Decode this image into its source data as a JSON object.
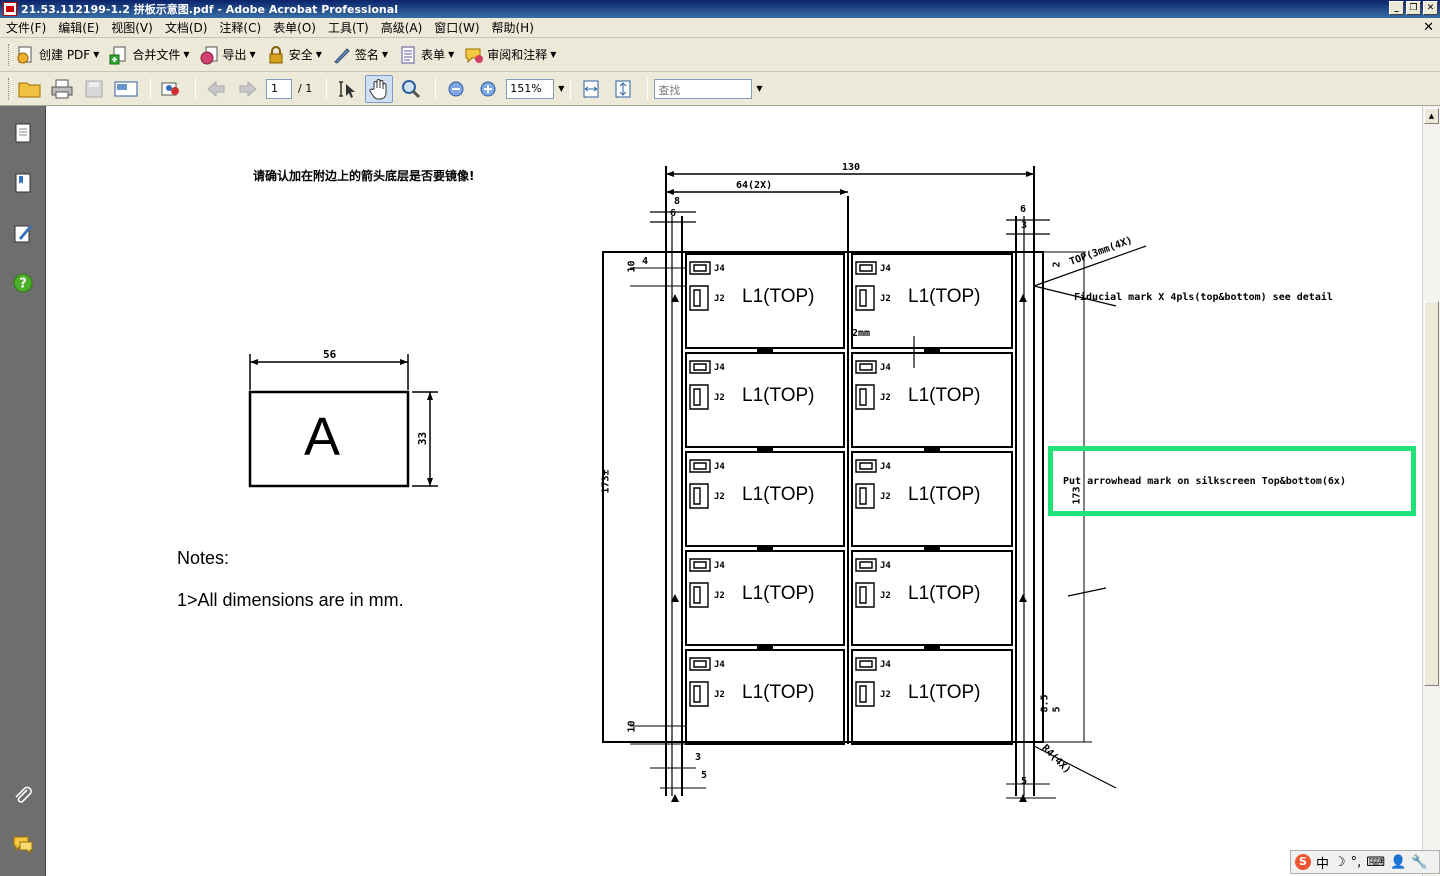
{
  "window": {
    "title": "21.53.112199-1.2 拼板示意图.pdf - Adobe Acrobat Professional"
  },
  "menu": {
    "items": [
      "文件(F)",
      "编辑(E)",
      "视图(V)",
      "文档(D)",
      "注释(C)",
      "表单(O)",
      "工具(T)",
      "高级(A)",
      "窗口(W)",
      "帮助(H)"
    ],
    "close_glyph": "✕"
  },
  "tasks": {
    "items": [
      {
        "label": "创建 PDF",
        "icon": "create-pdf-icon"
      },
      {
        "label": "合并文件",
        "icon": "combine-files-icon"
      },
      {
        "label": "导出",
        "icon": "export-icon"
      },
      {
        "label": "安全",
        "icon": "lock-icon"
      },
      {
        "label": "签名",
        "icon": "pen-icon"
      },
      {
        "label": "表单",
        "icon": "form-icon"
      },
      {
        "label": "审阅和注释",
        "icon": "comment-icon"
      }
    ]
  },
  "toolbar": {
    "page_current": "1",
    "page_total": "/ 1",
    "zoom": "151%",
    "search_placeholder": "查找"
  },
  "document": {
    "mirror_note": "请确认加在附边上的箭头底层是否要镜像!",
    "notes_title": "Notes:",
    "notes_line1": "1>All dimensions are in mm.",
    "detail_letter": "A",
    "detail_width": "56",
    "detail_height": "33",
    "board_label": "L1(TOP)",
    "j4": "J4",
    "j2": "J2",
    "dim_total_width": "130",
    "dim_half_width": "64(2X)",
    "dim_left_8": "8",
    "dim_left_6": "6",
    "dim_right_6": "6",
    "dim_right_3": "3",
    "dim_3": "3",
    "dim_5": "5",
    "dim_10a": "10",
    "dim_10b": "10",
    "dim_4": "4",
    "dim_2": "2",
    "dim_173_left": "173±",
    "dim_173_right": "173",
    "dim_85": "8.5",
    "dim_5b": "5",
    "dim_5c": "5",
    "dim_2mm": "2mm",
    "dim_r4": "R4(4X)",
    "dim_top": "TOP(3mm(4X)",
    "fiducial_note": "Fiducial mark X 4pls(top&bottom) see detail",
    "arrow_note": "Put arrowhead mark on silkscreen Top&bottom(6x)",
    "highlight_color": "#22e07a"
  },
  "ime": {
    "chinese": "中",
    "glyphs": [
      "☽",
      "°,",
      "⌨",
      "👤",
      "🔧"
    ]
  }
}
